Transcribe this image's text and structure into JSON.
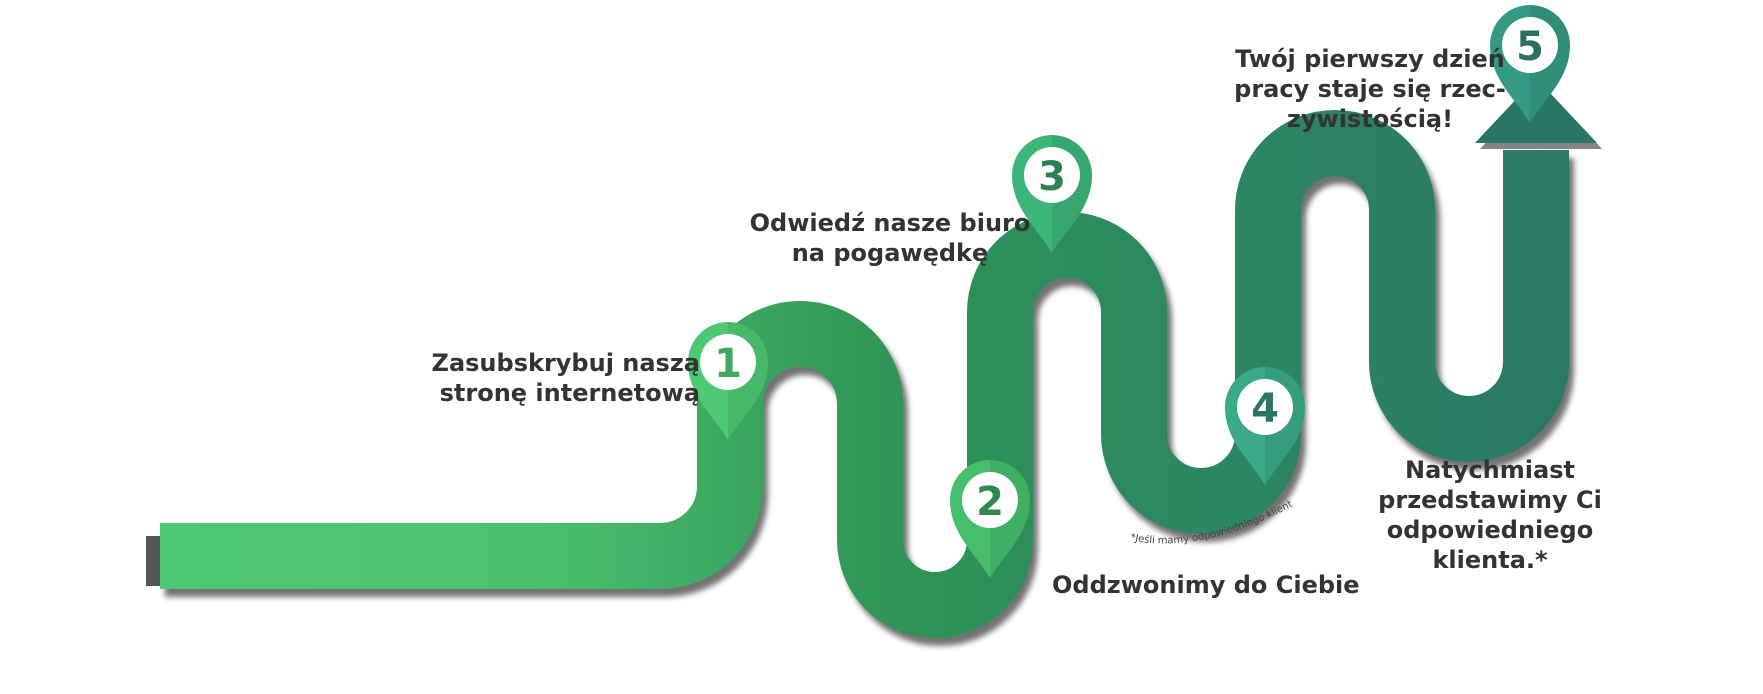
{
  "steps": [
    {
      "number": "1",
      "lines": [
        "Zasubskrybuj naszą",
        "stronę internetową"
      ]
    },
    {
      "number": "2",
      "lines": [
        "Oddzwonimy do Ciebie"
      ]
    },
    {
      "number": "3",
      "lines": [
        "Odwiedź nasze biuro",
        "na pogawędkę"
      ]
    },
    {
      "number": "4",
      "lines": [
        "Natychmiast",
        "przedstawimy Ci",
        "odpowiedniego klienta.*"
      ]
    },
    {
      "number": "5",
      "lines": [
        "Twój pierwszy dzień",
        "pracy staje się rzec-",
        "zywistością!"
      ]
    }
  ],
  "footnote": "*Jeśli mamy odpowiedniego klienta",
  "colors": {
    "road_start": "#4fc873",
    "road_mid": "#2e8f58",
    "road_end": "#2a7565",
    "shadow": "#555555",
    "text": "#333333",
    "marker_1": "#4fc873",
    "marker_2": "#45bf6c",
    "marker_3": "#3db679",
    "marker_4": "#3aaa88",
    "marker_5": "#359a85"
  }
}
